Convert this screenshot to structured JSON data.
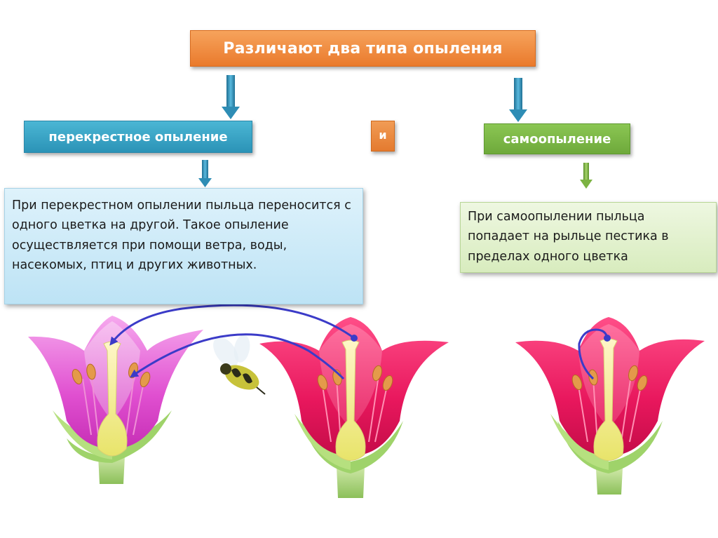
{
  "title": "Различают два типа опыления",
  "cross": {
    "label": "перекрестное опыление",
    "description": "При перекрестном опылении пыльца переносится с одного цветка на другой. Такое опыление осуществляется при помощи ветра, воды, насекомых, птиц и других животных."
  },
  "connector": "и",
  "self": {
    "label": "самоопыление",
    "description": "При самоопылении пыльца попадает на рыльце пестика в пределах одного цветка"
  },
  "colors": {
    "title_box": "#ea7a2c",
    "cross_box": "#2b93b7",
    "self_box": "#6ea93b",
    "cross_desc_bg": "#cdeaf7",
    "self_desc_bg": "#e2f0cf",
    "arrow_blue": "#2e8db5",
    "arrow_green": "#7cb342",
    "pollen_path": "#3b3bc8",
    "flower_pink": "#e040c8",
    "flower_red": "#e8175d"
  },
  "icons": [
    "down-arrow-icon",
    "flower-icon",
    "bee-icon"
  ]
}
